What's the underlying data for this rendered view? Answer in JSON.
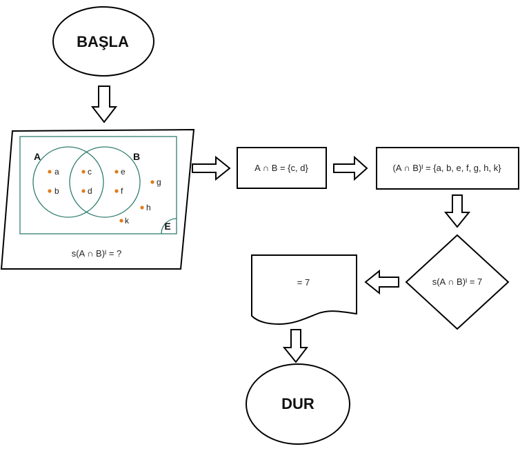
{
  "nodes": {
    "start": "BAŞLA",
    "input_question": "s(A ∩ B)ᴵ = ?",
    "process_intersection": "A ∩ B = {c, d}",
    "process_complement": "(A ∩ B)ᴵ = {a, b, e, f, g, h, k}",
    "decision": "s(A ∩ B)ᴵ = 7",
    "output": "= 7",
    "end": "DUR"
  },
  "venn": {
    "universe_label": "E",
    "set_a_label": "A",
    "set_b_label": "B",
    "only_a": [
      "a",
      "b"
    ],
    "intersection": [
      "c",
      "d"
    ],
    "only_b": [
      "e",
      "f"
    ],
    "outside": [
      "g",
      "h",
      "k"
    ]
  },
  "colors": {
    "stroke": "#000000",
    "venn_stroke": "#2e7d6f",
    "dot": "#e07b1a"
  }
}
